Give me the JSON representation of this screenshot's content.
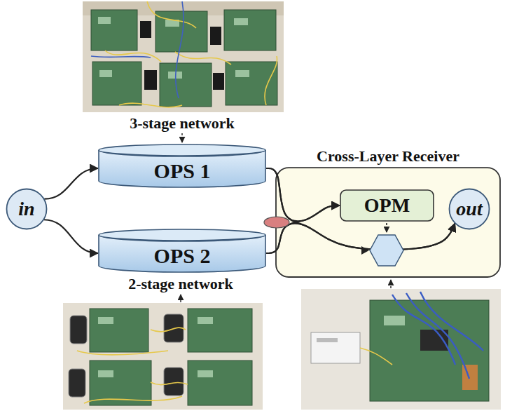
{
  "diagram": {
    "nodes": [
      {
        "text": [
          "in"
        ]
      },
      {
        "text": [
          "OPS 1"
        ]
      },
      {
        "text": [
          "OPS 2"
        ]
      },
      {
        "text": [
          "Cross-Layer Receiver"
        ]
      },
      {
        "text": [
          "OPM"
        ],
        "in": 3
      },
      {
        "text": [
          "out"
        ],
        "in": 3
      }
    ],
    "edges": [
      {
        "from": 0,
        "to": 1,
        "arrow": "to"
      },
      {
        "from": 0,
        "to": 2,
        "arrow": "to"
      },
      {
        "from": 1,
        "to": 4,
        "arrow": "to"
      },
      {
        "from": 2,
        "to": 4,
        "arrow": "to"
      },
      {
        "from": 1,
        "to": 5,
        "arrow": "to"
      },
      {
        "from": 2,
        "to": 5,
        "arrow": "to"
      }
    ],
    "labels": [
      "3-stage network",
      "2-stage network"
    ]
  }
}
